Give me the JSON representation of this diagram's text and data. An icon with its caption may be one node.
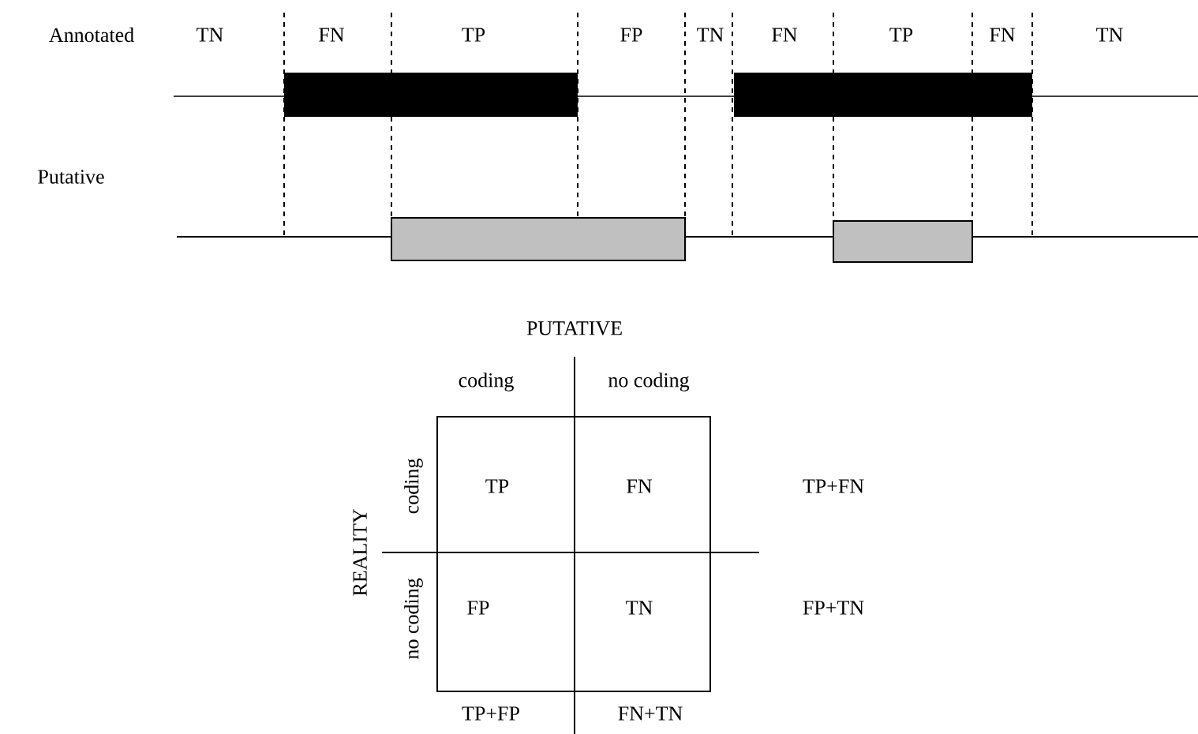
{
  "diagram": {
    "nodes": [
      {
        "text": [
          "TP"
        ]
      },
      {
        "text": [
          "FN"
        ]
      },
      {
        "text": [
          "FP"
        ]
      },
      {
        "text": [
          "TN"
        ]
      }
    ],
    "labels": [
      "Annotated",
      "TN",
      "FN",
      "TP",
      "FP",
      "TN",
      "FN",
      "TP",
      "FN",
      "TN",
      "Putative",
      "PUTATIVE",
      "coding",
      "no coding",
      "coding",
      "TP+FN",
      "REALITY",
      "no coding",
      "FP+TN",
      "TP+FP",
      "FN+TN"
    ]
  }
}
